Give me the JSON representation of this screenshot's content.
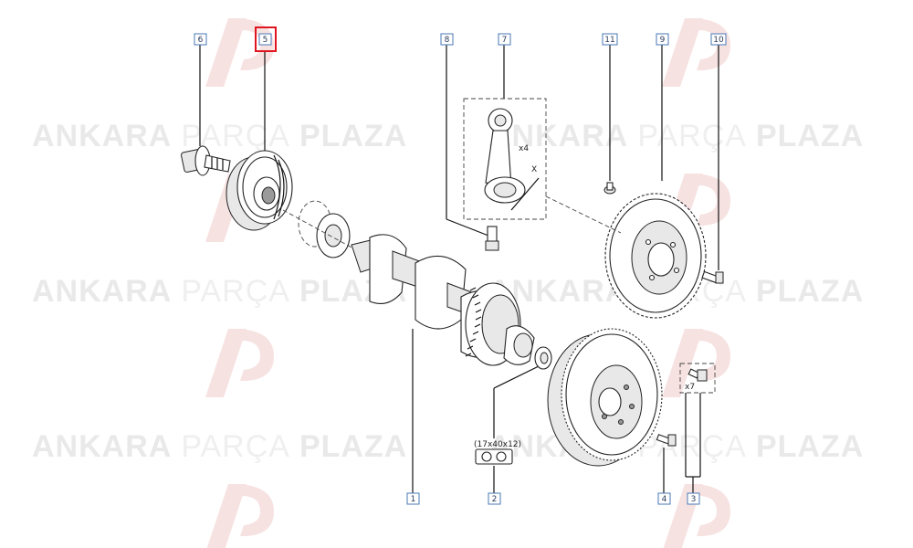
{
  "watermark": {
    "word1": "ANKARA",
    "word2": "PARÇA",
    "word3": "PLAZA"
  },
  "callouts": [
    {
      "id": "c1",
      "label": "1"
    },
    {
      "id": "c2",
      "label": "2"
    },
    {
      "id": "c3",
      "label": "3"
    },
    {
      "id": "c4",
      "label": "4"
    },
    {
      "id": "c5",
      "label": "5",
      "highlighted": true
    },
    {
      "id": "c6",
      "label": "6"
    },
    {
      "id": "c7",
      "label": "7"
    },
    {
      "id": "c8",
      "label": "8"
    },
    {
      "id": "c9",
      "label": "9"
    },
    {
      "id": "c10",
      "label": "10"
    },
    {
      "id": "c11",
      "label": "11"
    }
  ],
  "annotations": {
    "bearing_size": "(17x40x12)",
    "rod_qty": "x4",
    "bolt_qty": "x7",
    "rod_marker": "X"
  },
  "colors": {
    "highlight": "#e0141e",
    "callout_border": "#4a78b5",
    "watermark_logo": "#f6dede"
  }
}
